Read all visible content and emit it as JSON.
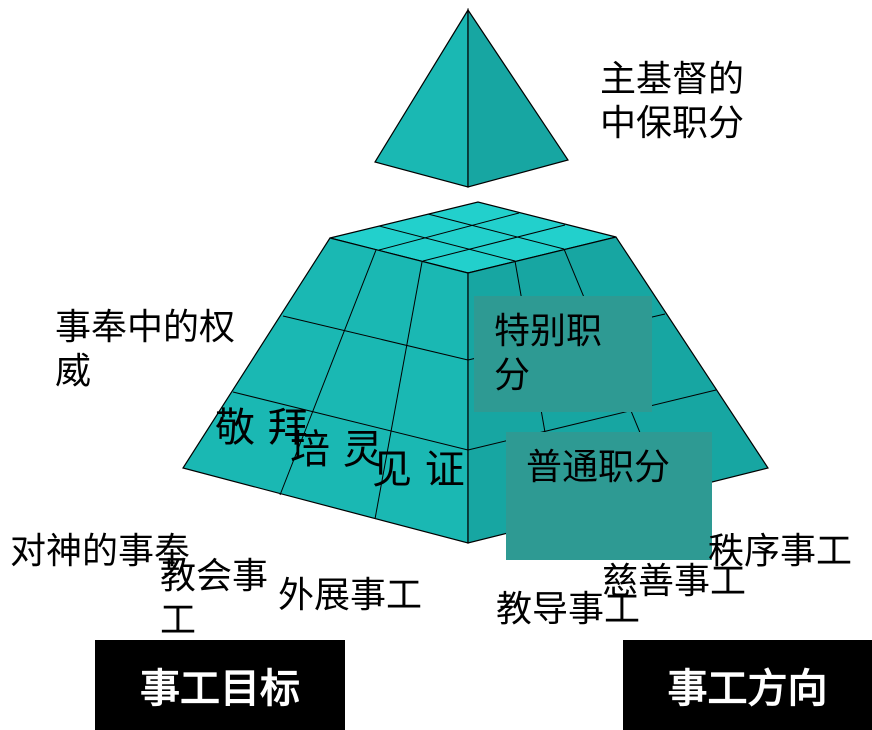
{
  "labels": {
    "apex": "主基督的中保职分",
    "authority": "事奉中的权威",
    "special_office": "特别职分",
    "general_office": "普通职分",
    "worship": "敬 拜",
    "nurture": "培 灵",
    "witness": "见 证",
    "serve_god": "对神的事奉",
    "church_work": "教会事工",
    "outreach": "外展事工",
    "teaching": "教导事工",
    "charity": "慈善事工",
    "order": "秩序事工"
  },
  "banners": {
    "goals": "事工目标",
    "direction": "事工方向"
  },
  "colors": {
    "pyramid_face": "#1ab8b3",
    "pyramid_right": "#17a6a2",
    "pyramid_top": "#22d0cc",
    "box": "#2e9a93",
    "banner_bg": "#000000",
    "banner_text": "#ffffff"
  }
}
